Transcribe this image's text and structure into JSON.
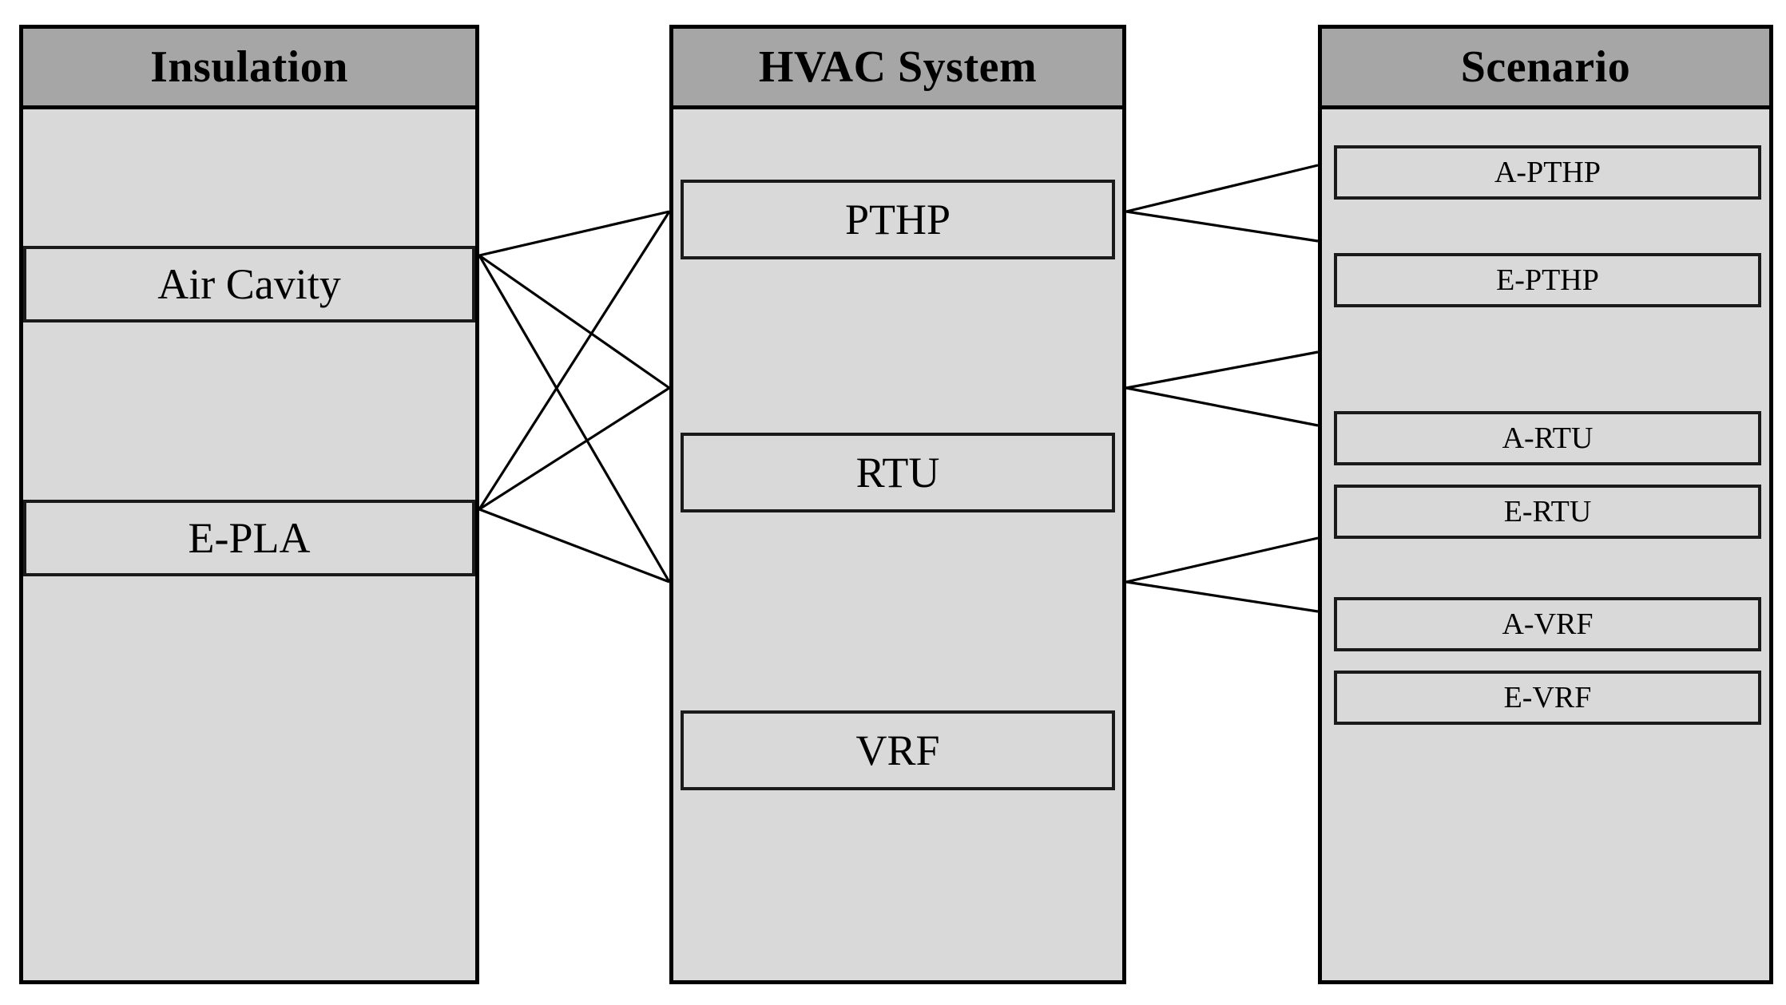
{
  "diagram": {
    "type": "tripartite-mapping-diagram",
    "colors": {
      "header_fill": "#A6A6A6",
      "panel_fill": "#D9D9D9",
      "box_fill": "#D9D9D9",
      "border": "#000000",
      "connector": "#000000",
      "background": "#FFFFFF"
    }
  },
  "columns": [
    {
      "id": "insulation",
      "header": "Insulation",
      "nodes": [
        {
          "id": "air-cavity",
          "label": "Air Cavity"
        },
        {
          "id": "e-pla",
          "label": "E-PLA"
        }
      ]
    },
    {
      "id": "hvac-system",
      "header": "HVAC System",
      "nodes": [
        {
          "id": "pthp",
          "label": "PTHP"
        },
        {
          "id": "rtu",
          "label": "RTU"
        },
        {
          "id": "vrf",
          "label": "VRF"
        }
      ]
    },
    {
      "id": "scenario",
      "header": "Scenario",
      "nodes": [
        {
          "id": "a-pthp",
          "label": "A-PTHP"
        },
        {
          "id": "e-pthp",
          "label": "E-PTHP"
        },
        {
          "id": "a-rtu",
          "label": "A-RTU"
        },
        {
          "id": "e-rtu",
          "label": "E-RTU"
        },
        {
          "id": "a-vrf",
          "label": "A-VRF"
        },
        {
          "id": "e-vrf",
          "label": "E-VRF"
        }
      ]
    }
  ],
  "connections": [
    {
      "from": "air-cavity",
      "to": "pthp"
    },
    {
      "from": "air-cavity",
      "to": "rtu"
    },
    {
      "from": "air-cavity",
      "to": "vrf"
    },
    {
      "from": "e-pla",
      "to": "pthp"
    },
    {
      "from": "e-pla",
      "to": "rtu"
    },
    {
      "from": "e-pla",
      "to": "vrf"
    },
    {
      "from": "pthp",
      "to": "a-pthp"
    },
    {
      "from": "pthp",
      "to": "e-pthp"
    },
    {
      "from": "rtu",
      "to": "a-rtu"
    },
    {
      "from": "rtu",
      "to": "e-rtu"
    },
    {
      "from": "vrf",
      "to": "a-vrf"
    },
    {
      "from": "vrf",
      "to": "e-vrf"
    }
  ]
}
